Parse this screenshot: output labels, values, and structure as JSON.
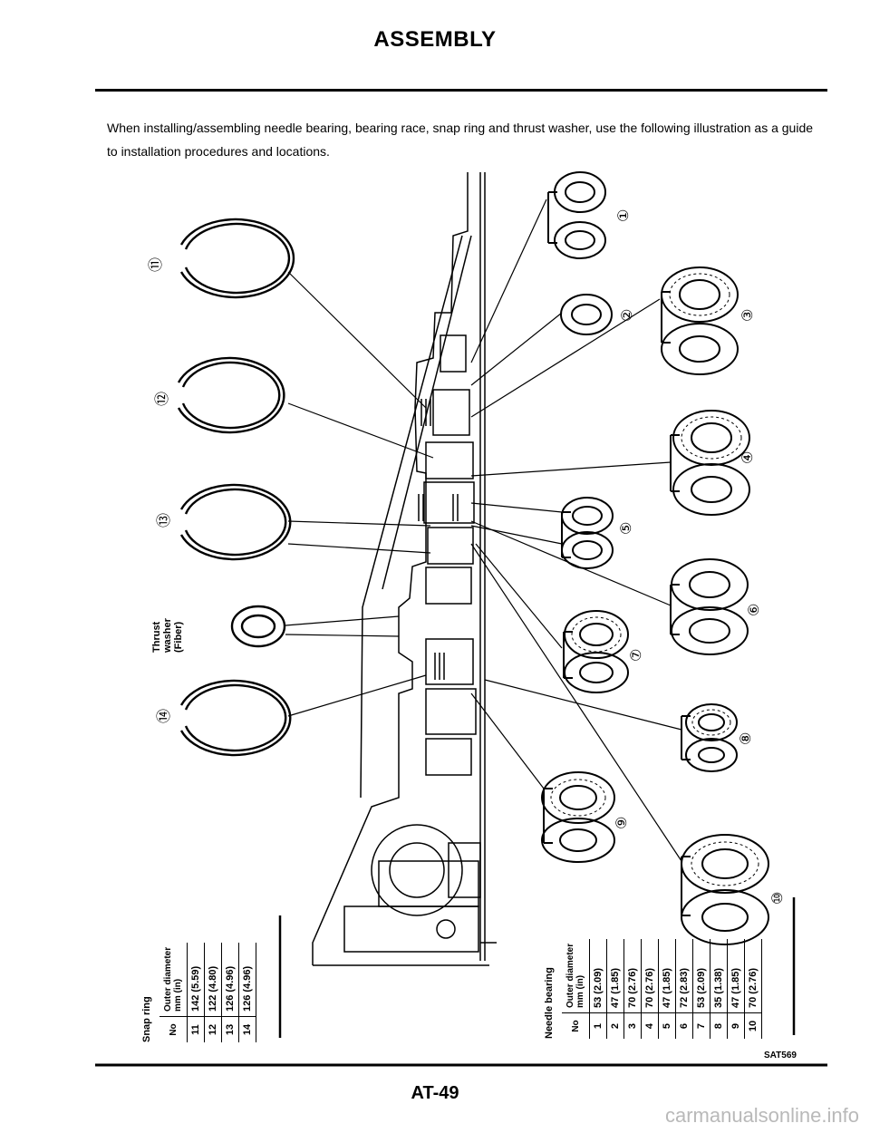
{
  "header": {
    "title": "ASSEMBLY"
  },
  "intro": "When installing/assembling needle bearing, bearing race, snap ring and thrust washer, use the following illustration as a guide to installation procedures and locations.",
  "callouts": {
    "n1": "①",
    "n2": "②",
    "n3": "③",
    "n4": "④",
    "n5": "⑤",
    "n6": "⑥",
    "n7": "⑦",
    "n8": "⑧",
    "n9": "⑨",
    "n10": "⑩",
    "n11": "⑪",
    "n12": "⑫",
    "n13": "⑬",
    "n14": "⑭"
  },
  "thrust_washer_label": [
    "Thrust",
    "washer",
    "(Fiber)"
  ],
  "snap_ring_table": {
    "caption": "Snap ring",
    "col_no": "No",
    "col_dia": [
      "Outer diameter",
      "mm (in)"
    ],
    "rows": [
      {
        "no": "11",
        "dia": "142 (5.59)"
      },
      {
        "no": "12",
        "dia": "122 (4.80)"
      },
      {
        "no": "13",
        "dia": "126 (4.96)"
      },
      {
        "no": "14",
        "dia": "126 (4.96)"
      }
    ]
  },
  "needle_bearing_table": {
    "caption": "Needle bearing",
    "col_no": "No",
    "col_dia": [
      "Outer diameter",
      "mm (in)"
    ],
    "rows": [
      {
        "no": "1",
        "dia": "53 (2.09)"
      },
      {
        "no": "2",
        "dia": "47 (1.85)"
      },
      {
        "no": "3",
        "dia": "70 (2.76)"
      },
      {
        "no": "4",
        "dia": "70 (2.76)"
      },
      {
        "no": "5",
        "dia": "47 (1.85)"
      },
      {
        "no": "6",
        "dia": "72 (2.83)"
      },
      {
        "no": "7",
        "dia": "53 (2.09)"
      },
      {
        "no": "8",
        "dia": "35 (1.38)"
      },
      {
        "no": "9",
        "dia": "47 (1.85)"
      },
      {
        "no": "10",
        "dia": "70 (2.76)"
      }
    ]
  },
  "figure_code": "SAT569",
  "page_number": "AT-49",
  "watermark": "carmanualsonline.info"
}
